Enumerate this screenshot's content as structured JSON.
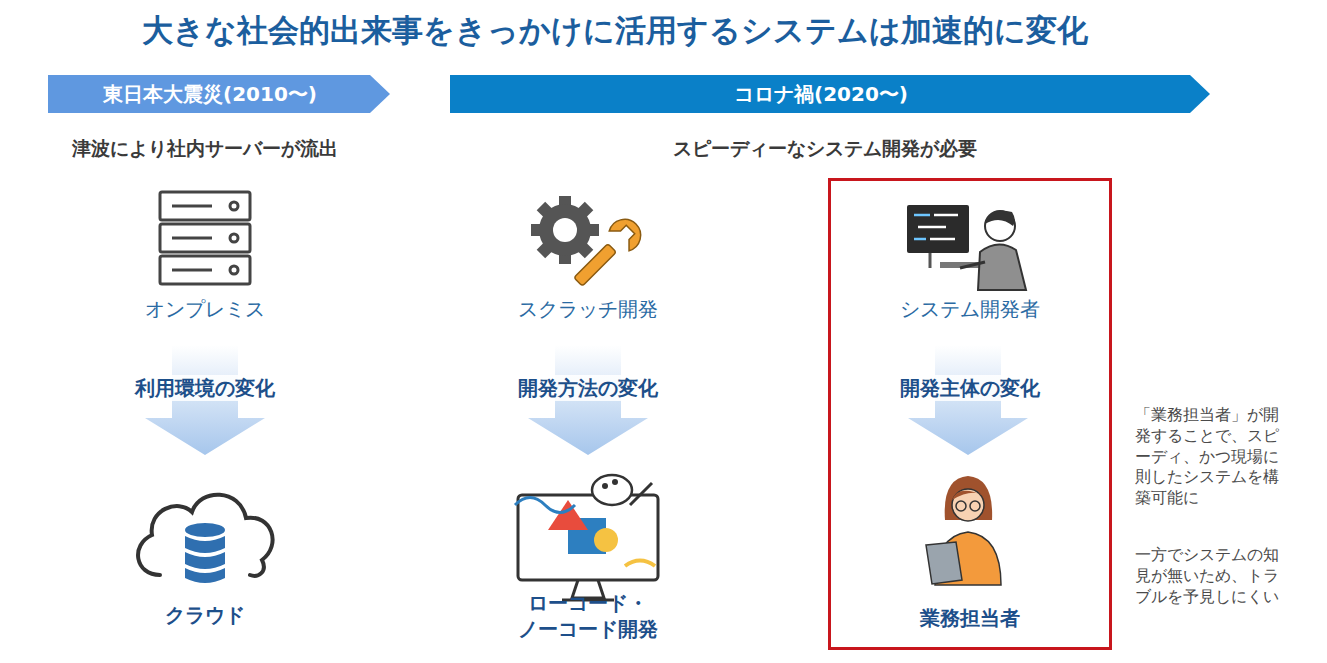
{
  "diagram": {
    "title": "大きな社会的出来事をきっかけに活用するシステムは加速的に変化",
    "nodes": [
      {
        "text": [
          "東日本大震災(2010〜)"
        ]
      },
      {
        "text": [
          "コロナ禍(2020〜)"
        ]
      },
      {
        "text": [
          "システム開発者",
          "開発主体の変化",
          "業務担当者"
        ]
      }
    ],
    "labels": [
      "津波により社内サーバーが流出",
      "スピーディーなシステム開発が必要",
      "オンプレミス",
      "利用環境の変化",
      "クラウド",
      "スクラッチ開発",
      "開発方法の変化",
      "ローコード・ ノーコード開発",
      "「業務担当者」が開発することで、スピーディ、かつ現場に則したシステムを構築可能に",
      "一方でシステムの知見が無いため、トラブルを予見しにくい"
    ]
  }
}
